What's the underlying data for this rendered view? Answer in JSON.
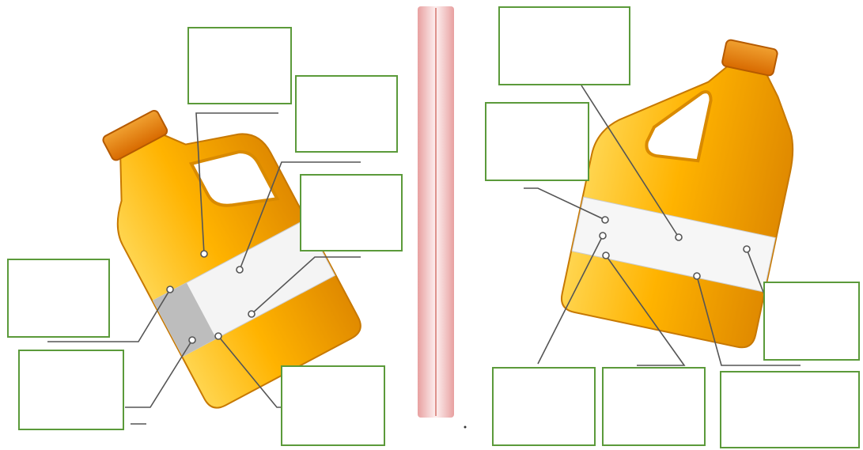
{
  "figure": {
    "left_object": "bottle",
    "right_object": "bottle",
    "divider": "vertical-rod"
  },
  "colors": {
    "bottle_body": "#ffb300",
    "bottle_light": "#ffd54f",
    "bottle_dark": "#e08a00",
    "cap": "#e67e00",
    "label_box_border": "#5b9a3a",
    "leader_line": "#555555",
    "divider_rod": "#f2b8b8"
  },
  "left_label_boxes": [
    {
      "text": ""
    },
    {
      "text": ""
    },
    {
      "text": ""
    },
    {
      "text": ""
    },
    {
      "text": ""
    },
    {
      "text": ""
    },
    {
      "text": ""
    }
  ],
  "right_label_boxes": [
    {
      "text": ""
    },
    {
      "text": ""
    },
    {
      "text": ""
    },
    {
      "text": ""
    },
    {
      "text": ""
    },
    {
      "text": ""
    }
  ]
}
